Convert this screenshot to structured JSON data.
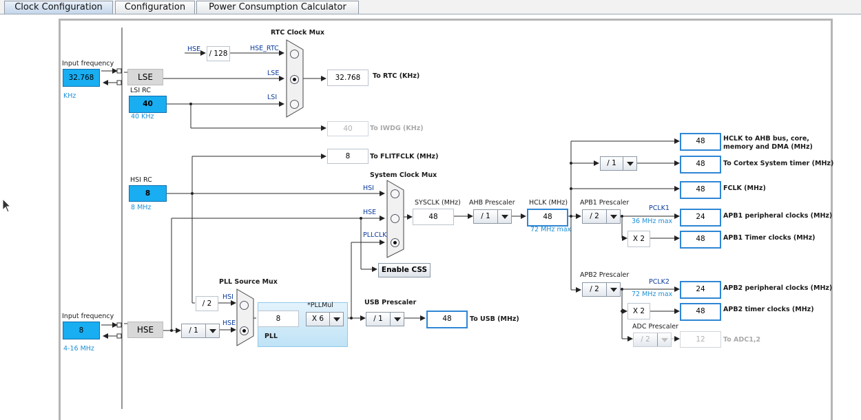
{
  "tabs": {
    "clock": "Clock Configuration",
    "config": "Configuration",
    "power": "Power Consumption Calculator"
  },
  "lse_input": {
    "label": "Input frequency",
    "value": "32.768",
    "unit": "KHz"
  },
  "lse": "LSE",
  "lsi": {
    "label": "LSI RC",
    "value": "40",
    "unit": "40 KHz"
  },
  "hsi": {
    "label": "HSI RC",
    "value": "8",
    "unit": "8 MHz"
  },
  "hse_input": {
    "label": "Input frequency",
    "value": "8",
    "unit": "4-16 MHz"
  },
  "hse": "HSE",
  "rtc": {
    "title": "RTC Clock Mux",
    "hse_in": "HSE",
    "div": "/ 128",
    "hse_rtc": "HSE_RTC",
    "lse_in": "LSE",
    "lsi_in": "LSI",
    "out_value": "32.768",
    "out_label": "To RTC (KHz)"
  },
  "iwdg": {
    "value": "40",
    "label": "To IWDG (KHz)"
  },
  "flit": {
    "value": "8",
    "label": "To FLITFCLK (MHz)"
  },
  "sysmux": {
    "title": "System Clock Mux",
    "hsi": "HSI",
    "hse": "HSE",
    "pllclk": "PLLCLK",
    "css": "Enable CSS"
  },
  "sysclk": {
    "label": "SYSCLK (MHz)",
    "value": "48"
  },
  "ahb": {
    "label": "AHB Prescaler",
    "value": "/ 1"
  },
  "hclk": {
    "label": "HCLK (MHz)",
    "value": "48",
    "max": "72 MHz max"
  },
  "apb1": {
    "label": "APB1 Prescaler",
    "value": "/ 2",
    "pclk": "PCLK1",
    "max": "36 MHz max",
    "x": "X 2"
  },
  "apb2": {
    "label": "APB2 Prescaler",
    "value": "/ 2",
    "pclk": "PCLK2",
    "max": "72 MHz max",
    "x": "X 2"
  },
  "cortex_div": "/ 1",
  "outputs": {
    "ahb_value": "48",
    "ahb_label1": "HCLK to AHB bus, core,",
    "ahb_label2": "memory and DMA (MHz)",
    "cortex_value": "48",
    "cortex_label": "To Cortex System timer (MHz)",
    "fclk_value": "48",
    "fclk_label": "FCLK (MHz)",
    "apb1p_value": "24",
    "apb1p_label": "APB1 peripheral clocks (MHz)",
    "apb1t_value": "48",
    "apb1t_label": "APB1 Timer clocks (MHz)",
    "apb2p_value": "24",
    "apb2p_label": "APB2 peripheral clocks (MHz)",
    "apb2t_value": "48",
    "apb2t_label": "APB2 timer clocks (MHz)"
  },
  "adc": {
    "label": "ADC Prescaler",
    "value": "/ 2",
    "out": "12",
    "out_label": "To ADC1,2"
  },
  "pllsrc": {
    "title": "PLL Source Mux",
    "div": "/ 2",
    "hsi": "HSI",
    "hse": "HSE",
    "hse_div": "/ 1"
  },
  "pll": {
    "mul_label": "*PLLMul",
    "input": "8",
    "mul": "X 6",
    "label": "PLL"
  },
  "usb": {
    "label": "USB Prescaler",
    "value": "/ 1",
    "out": "48",
    "out_label": "To USB (MHz)"
  },
  "colors": {
    "input_fill": "#19adf1",
    "highlight_border": "#2e86d4",
    "pll_fill": "#c7e6f7"
  }
}
